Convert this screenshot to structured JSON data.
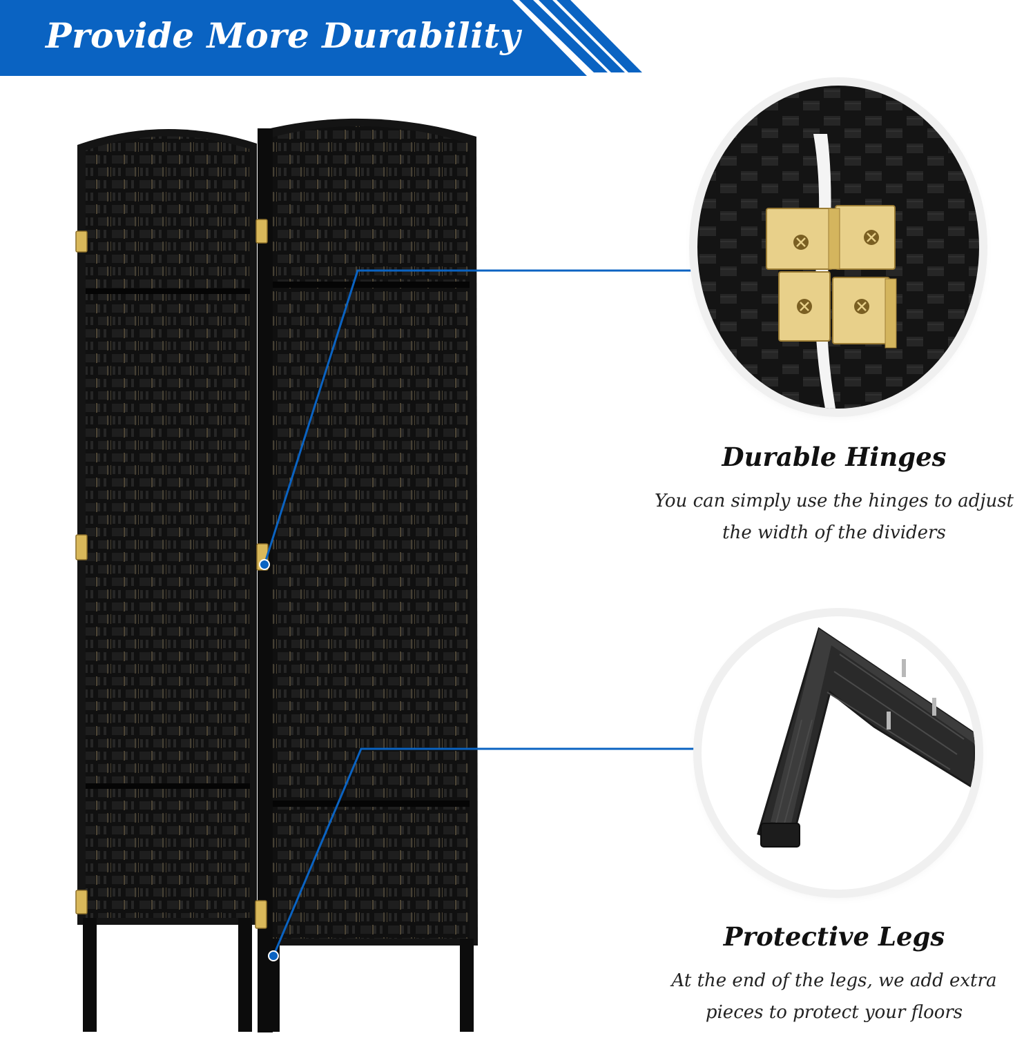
{
  "banner": {
    "title": "Provide More Durability",
    "color": "#0a63c2"
  },
  "features": [
    {
      "id": "hinges",
      "title": "Durable Hinges",
      "description_lines": [
        "You can simply use the hinges to adjust",
        "the width of the dividers"
      ],
      "zoom_icon": "brass-hinge-closeup"
    },
    {
      "id": "legs",
      "title": "Protective Legs",
      "description_lines": [
        "At the end of the legs, we add extra",
        "pieces to protect your floors"
      ],
      "zoom_icon": "woven-leg-closeup"
    }
  ],
  "colors": {
    "accent": "#0a63c2",
    "panel": "#121212",
    "weave_highlight": "#2c2c2c",
    "brass": "#d9b85a"
  }
}
